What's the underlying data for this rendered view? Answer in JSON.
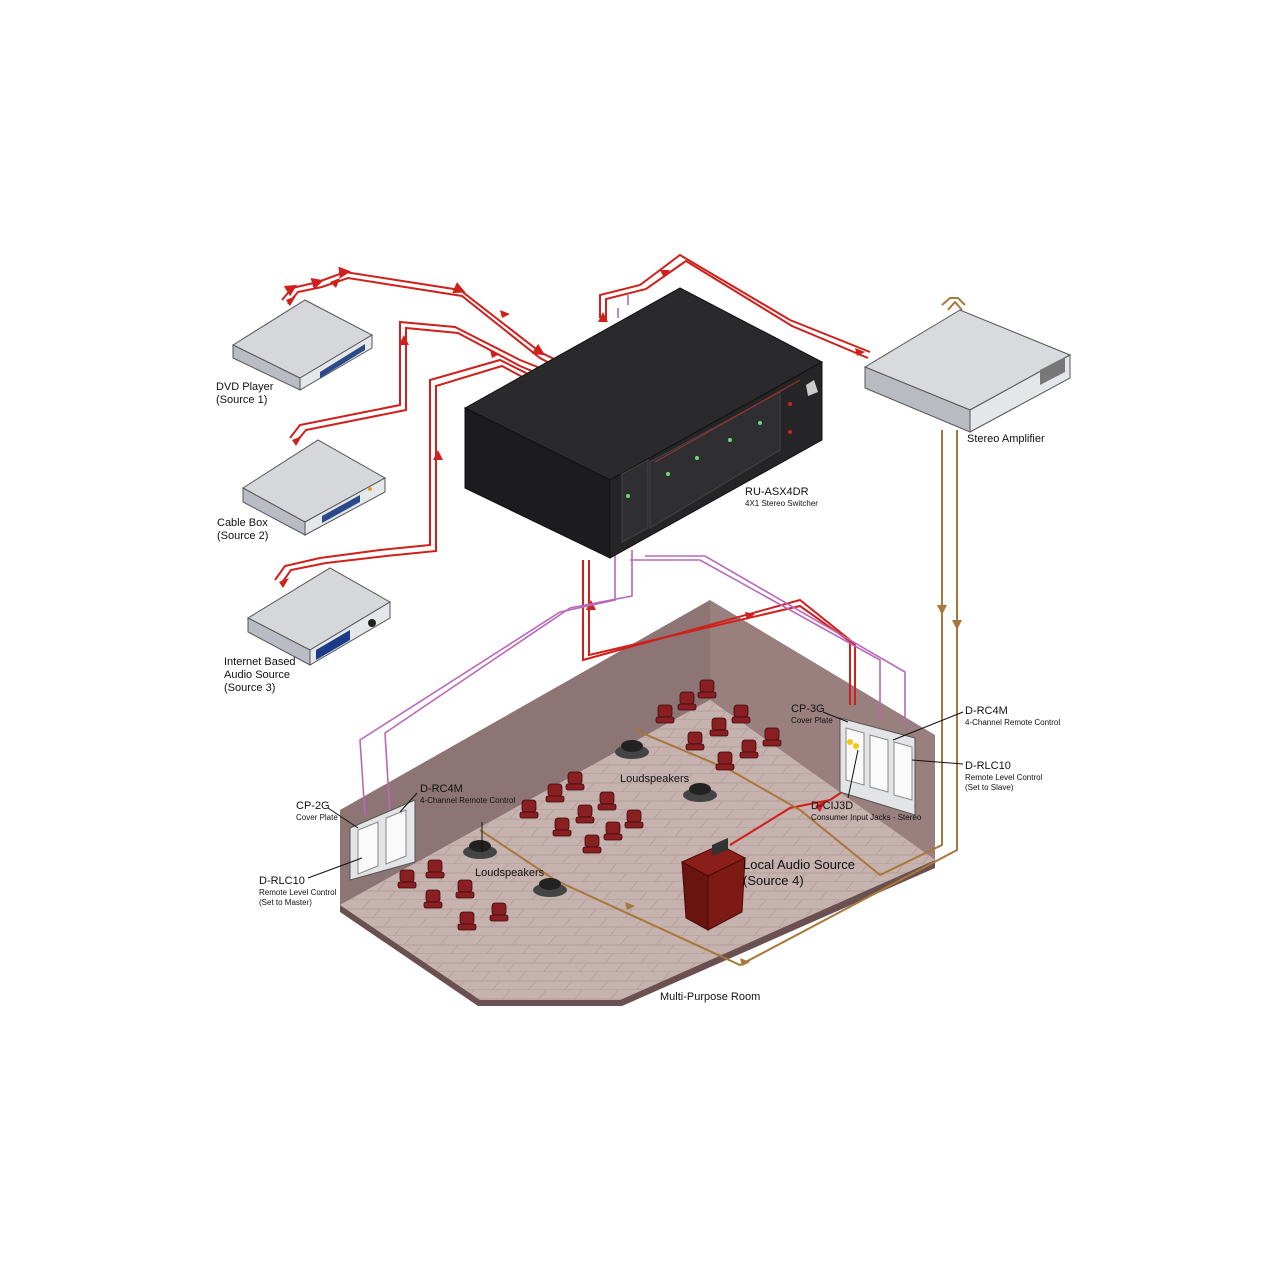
{
  "sources": [
    {
      "name": "DVD Player",
      "sub": "(Source 1)"
    },
    {
      "name": "Cable Box",
      "sub": "(Source 2)"
    },
    {
      "name": "Internet Based",
      "name2": "Audio Source",
      "sub": "(Source 3)"
    }
  ],
  "switcher": {
    "model": "RU-ASX4DR",
    "desc": "4X1 Stereo Switcher"
  },
  "amplifier": {
    "name": "Stereo Amplifier"
  },
  "room": {
    "name": "Multi-Purpose Room"
  },
  "right_wall": {
    "cp3g": {
      "model": "CP-3G",
      "desc": "Cover Plate"
    },
    "drc4m": {
      "model": "D-RC4M",
      "desc": "4-Channel Remote Control"
    },
    "drlc10": {
      "model": "D-RLC10",
      "desc": "Remote Level Control",
      "desc2": "(Set to Slave)"
    },
    "dcij3d": {
      "model": "D-CIJ3D",
      "desc": "Consumer Input Jacks - Stereo"
    }
  },
  "left_wall": {
    "cp2g": {
      "model": "CP-2G",
      "desc": "Cover Plate"
    },
    "drc4m": {
      "model": "D-RC4M",
      "desc": "4-Channel Remote Control"
    },
    "drlc10": {
      "model": "D-RLC10",
      "desc": "Remote Level Control",
      "desc2": "(Set to Master)"
    }
  },
  "speakers_label_1": "Loudspeakers",
  "speakers_label_2": "Loudspeakers",
  "local_source": {
    "name": "Local Audio Source",
    "sub": "(Source 4)"
  },
  "colors": {
    "audio_line": "#c8201e",
    "control_line": "#b868b8",
    "amp_line": "#b08040",
    "room_wall": "#8b7070",
    "floor": "#c9b7b4"
  }
}
